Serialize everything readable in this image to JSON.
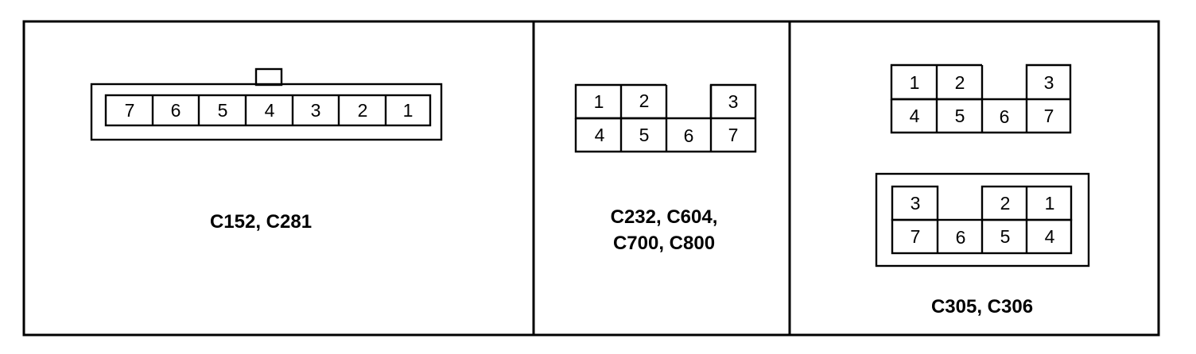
{
  "connectors": [
    {
      "pins": [
        "7",
        "6",
        "5",
        "4",
        "3",
        "2",
        "1"
      ],
      "caption": [
        "C152, C281"
      ]
    },
    {
      "pins": [
        "1",
        "2",
        "3",
        "4",
        "5",
        "6",
        "7"
      ],
      "caption": [
        "C232, C604,",
        "C700, C800"
      ]
    },
    {
      "pins_top": [
        "1",
        "2",
        "3",
        "4",
        "5",
        "6",
        "7"
      ],
      "pins_bottom": [
        "3",
        "2",
        "1",
        "7",
        "6",
        "5",
        "4"
      ],
      "caption": [
        "C305, C306"
      ]
    }
  ]
}
